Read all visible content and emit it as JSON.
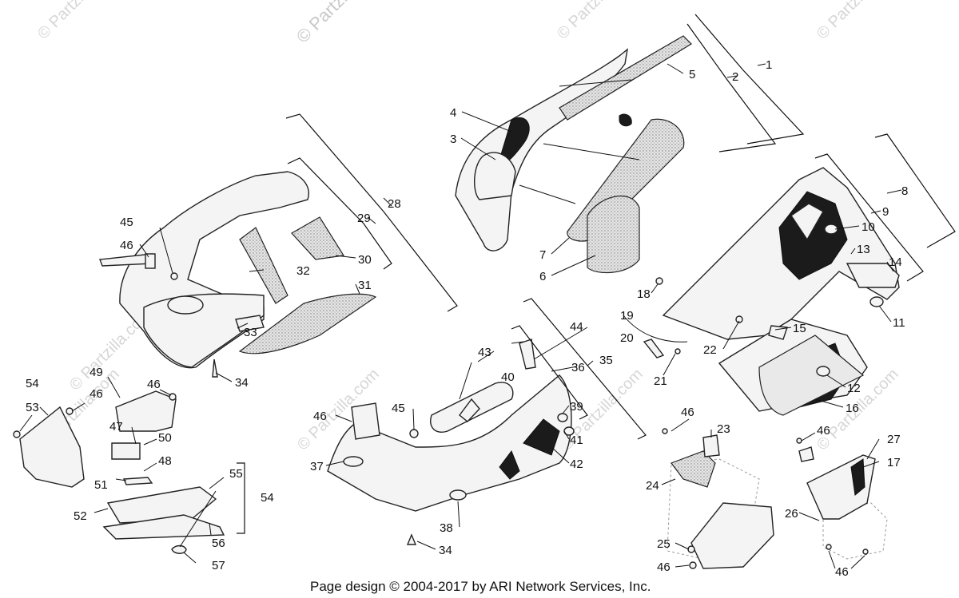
{
  "watermarks": {
    "copyright_partzilla": "© Partzilla.com",
    "partzilla": "© Partzilla.com"
  },
  "footer": "Page design © 2004-2017 by ARI Network Services, Inc.",
  "callouts": {
    "c1": "1",
    "c2": "2",
    "c3": "3",
    "c4": "4",
    "c5": "5",
    "c6": "6",
    "c7": "7",
    "c8": "8",
    "c9": "9",
    "c10": "10",
    "c11": "11",
    "c12": "12",
    "c13": "13",
    "c14": "14",
    "c15": "15",
    "c16": "16",
    "c17": "17",
    "c18": "18",
    "c19": "19",
    "c20": "20",
    "c21": "21",
    "c22": "22",
    "c23": "23",
    "c24": "24",
    "c25": "25",
    "c26": "26",
    "c27": "27",
    "c28": "28",
    "c29": "29",
    "c30": "30",
    "c31": "31",
    "c32": "32",
    "c33": "33",
    "c34a": "34",
    "c34b": "34",
    "c35": "35",
    "c36": "36",
    "c37": "37",
    "c38": "38",
    "c39": "39",
    "c40": "40",
    "c41": "41",
    "c42": "42",
    "c43": "43",
    "c44": "44",
    "c45a": "45",
    "c45b": "45",
    "c46a": "46",
    "c46b": "46",
    "c46c": "46",
    "c46d": "46",
    "c46e": "46",
    "c46f": "46",
    "c46g": "46",
    "c46h": "46",
    "c47": "47",
    "c48": "48",
    "c49": "49",
    "c50": "50",
    "c51": "51",
    "c52": "52",
    "c53": "53",
    "c54a": "54",
    "c54b": "54",
    "c55": "55",
    "c56": "56",
    "c57": "57"
  }
}
